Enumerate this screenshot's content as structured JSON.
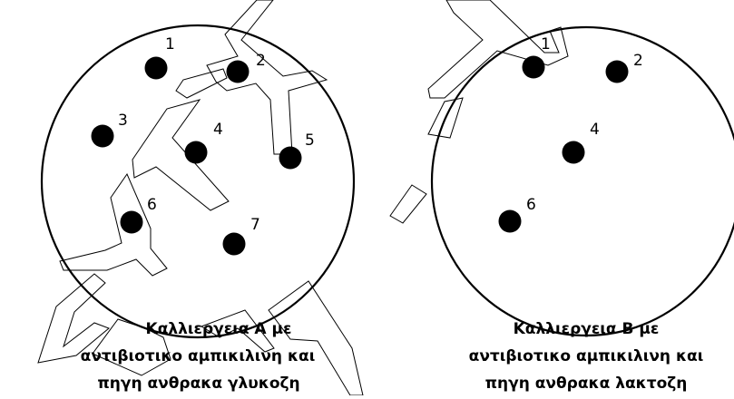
{
  "plates": [
    {
      "caption": [
        "Καλλιεργεια Α με",
        "αντιβιοτικο αμπικιλινη και",
        "πηγη ανθρακα γλυκοζη"
      ],
      "colonies": [
        {
          "label": "1"
        },
        {
          "label": "2"
        },
        {
          "label": "3"
        },
        {
          "label": "4"
        },
        {
          "label": "5"
        },
        {
          "label": "6"
        },
        {
          "label": "7"
        }
      ]
    },
    {
      "caption": [
        "Καλλιεργεια Β με",
        "αντιβιοτικο αμπικιλινη και",
        "πηγη ανθρακα λακτοζη"
      ],
      "colonies": [
        {
          "label": "1"
        },
        {
          "label": "2"
        },
        {
          "label": "4"
        },
        {
          "label": "6"
        }
      ]
    }
  ],
  "colors": {
    "ink": "#000000",
    "background": "#ffffff"
  }
}
